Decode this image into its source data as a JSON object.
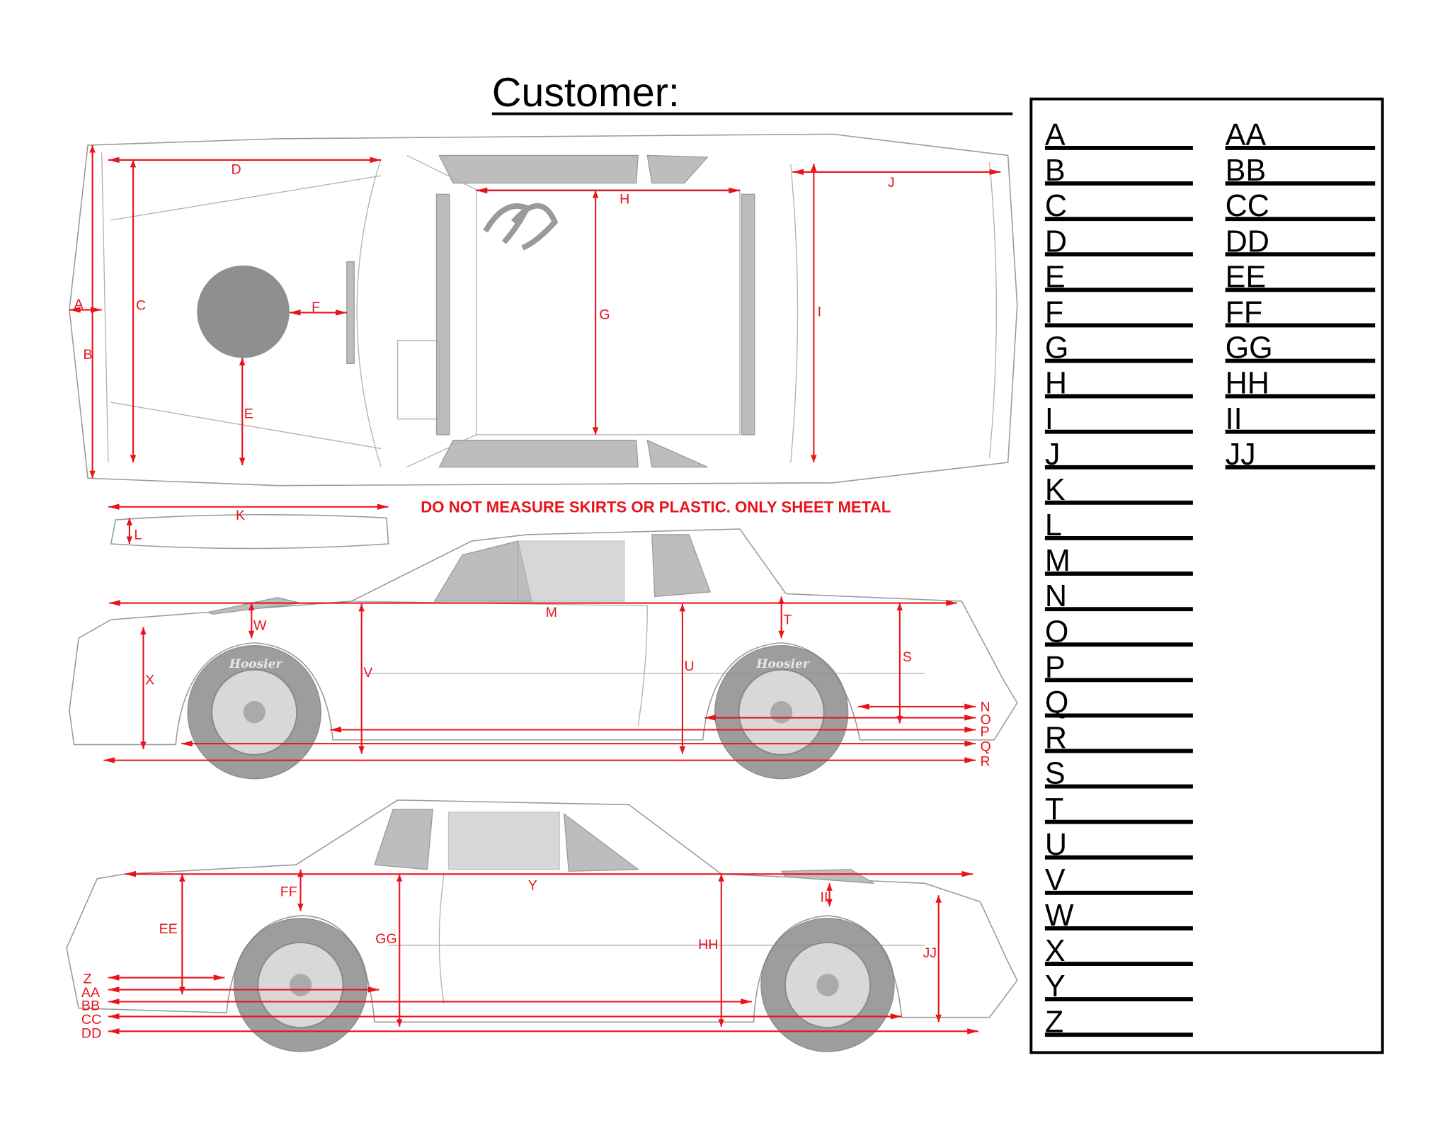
{
  "header": {
    "customer_label": "Customer:"
  },
  "warning": "DO NOT MEASURE SKIRTS OR PLASTIC. ONLY SHEET METAL",
  "tire_brand": "Hoosier",
  "colors": {
    "dimension": "#e8141c",
    "body_outline": "#9a9a9a",
    "ink": "#000000"
  },
  "legend": {
    "left": [
      "A",
      "B",
      "C",
      "D",
      "E",
      "F",
      "G",
      "H",
      "I",
      "J",
      "K",
      "L",
      "M",
      "N",
      "O",
      "P",
      "Q",
      "R",
      "S",
      "T",
      "U",
      "V",
      "W",
      "X",
      "Y",
      "Z"
    ],
    "right": [
      "AA",
      "BB",
      "CC",
      "DD",
      "EE",
      "FF",
      "GG",
      "HH",
      "II",
      "JJ"
    ]
  },
  "dimensions": [
    "A",
    "B",
    "C",
    "D",
    "E",
    "F",
    "G",
    "H",
    "I",
    "J",
    "K",
    "L",
    "M",
    "N",
    "O",
    "P",
    "Q",
    "R",
    "S",
    "T",
    "U",
    "V",
    "W",
    "X",
    "Y",
    "Z",
    "AA",
    "BB",
    "CC",
    "DD",
    "EE",
    "FF",
    "GG",
    "HH",
    "II",
    "JJ"
  ]
}
